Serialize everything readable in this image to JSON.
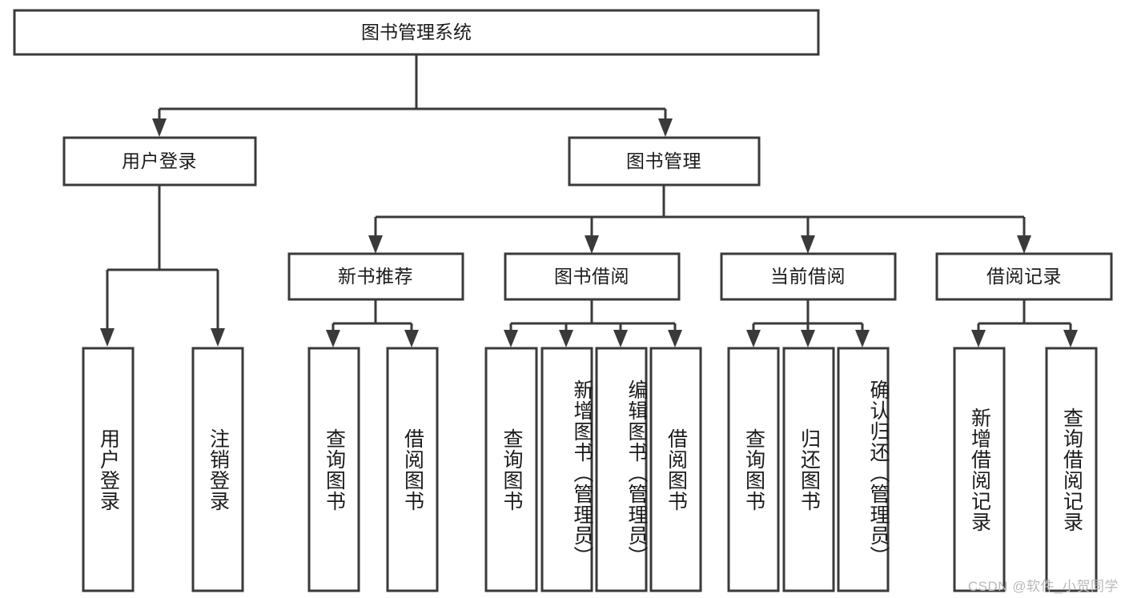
{
  "diagram": {
    "type": "tree",
    "title": "图书管理系统",
    "orientation": "top-down",
    "colors": {
      "box_fill": "#ffffff",
      "box_stroke": "#3a3a3a",
      "text": "#1b1b1b",
      "background": "#ffffff",
      "watermark": "#b9b9b9"
    },
    "root": {
      "label": "图书管理系统"
    },
    "level2": [
      {
        "id": "user-login",
        "label": "用户登录"
      },
      {
        "id": "book-manage",
        "label": "图书管理"
      }
    ],
    "level3": [
      {
        "id": "new-book-rec",
        "label": "新书推荐",
        "parent": "book-manage"
      },
      {
        "id": "book-borrow",
        "label": "图书借阅",
        "parent": "book-manage"
      },
      {
        "id": "current-borrow",
        "label": "当前借阅",
        "parent": "book-manage"
      },
      {
        "id": "borrow-record",
        "label": "借阅记录",
        "parent": "book-manage"
      }
    ],
    "leaves": [
      {
        "id": "leaf-user-login",
        "label": "用户登录",
        "parent": "user-login"
      },
      {
        "id": "leaf-user-logout",
        "label": "注销登录",
        "parent": "user-login"
      },
      {
        "id": "leaf-query-book-1",
        "label": "查询图书",
        "parent": "new-book-rec"
      },
      {
        "id": "leaf-borrow-book-1",
        "label": "借阅图书",
        "parent": "new-book-rec"
      },
      {
        "id": "leaf-query-book-2",
        "label": "查询图书",
        "parent": "book-borrow"
      },
      {
        "id": "leaf-add-book",
        "label": "新增图书（管理员）",
        "parent": "book-borrow"
      },
      {
        "id": "leaf-edit-book",
        "label": "编辑图书（管理员）",
        "parent": "book-borrow"
      },
      {
        "id": "leaf-borrow-book-2",
        "label": "借阅图书",
        "parent": "book-borrow"
      },
      {
        "id": "leaf-query-book-3",
        "label": "查询图书",
        "parent": "current-borrow"
      },
      {
        "id": "leaf-return-book",
        "label": "归还图书",
        "parent": "current-borrow"
      },
      {
        "id": "leaf-confirm-return",
        "label": "确认归还（管理员）",
        "parent": "current-borrow"
      },
      {
        "id": "leaf-add-record",
        "label": "新增借阅记录",
        "parent": "borrow-record"
      },
      {
        "id": "leaf-query-record",
        "label": "查询借阅记录",
        "parent": "borrow-record"
      }
    ]
  },
  "watermark": {
    "text": "CSDN @软件_小贺同学"
  }
}
